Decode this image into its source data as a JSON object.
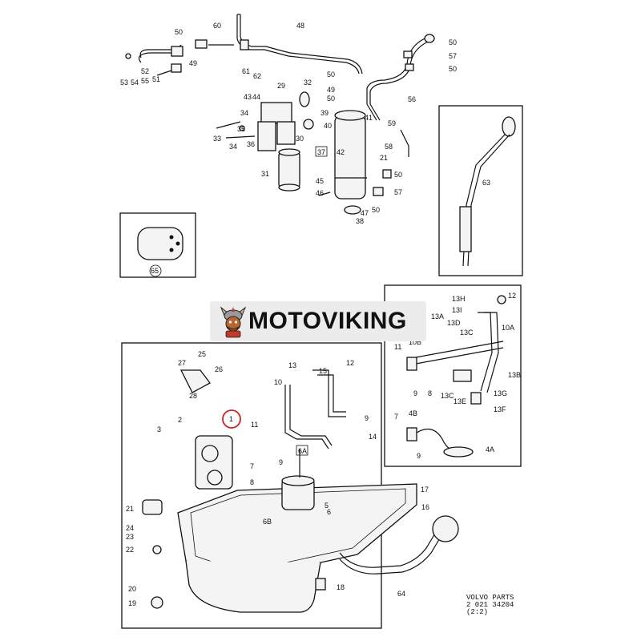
{
  "brand": {
    "name": "MOTOVIKING",
    "logo_icon": "viking-mascot-icon"
  },
  "footer": {
    "line1": "VOLVO PARTS",
    "line2": "2 021 34204",
    "line3": "(2:2)"
  },
  "highlight": {
    "ref": "1",
    "color": "#cc2222"
  },
  "callouts": {
    "c48": "48",
    "c50a": "50",
    "c60": "60",
    "c49a": "49",
    "c52": "52",
    "c53": "53",
    "c54": "54",
    "c55": "55",
    "c51": "51",
    "c61": "61",
    "c62": "62",
    "c50b": "50",
    "c57a": "57",
    "c50c": "50",
    "c50d": "50",
    "c49b": "49",
    "c50e": "50",
    "c56": "56",
    "c29": "29",
    "c32": "32",
    "c43": "43",
    "c44": "44",
    "c39": "39",
    "c41": "41",
    "c40": "40",
    "c34a": "34",
    "c35": "35",
    "c36": "36",
    "c33": "33",
    "c34b": "34",
    "c30": "30",
    "c31": "31",
    "c37": "37",
    "c42": "42",
    "c59": "59",
    "c58": "58",
    "c21a": "21",
    "c50f": "50",
    "c45": "45",
    "c57b": "57",
    "c46": "46",
    "c47": "47",
    "c50g": "50",
    "c38": "38",
    "c63": "63",
    "c65": "65",
    "c13H": "13H",
    "c13I": "13I",
    "c12a": "12",
    "c13A": "13A",
    "c13D": "13D",
    "c13C": "13C",
    "c10A": "10A",
    "c11a": "11",
    "c10B": "10B",
    "c13B": "13B",
    "c9a": "9",
    "c8a": "8",
    "c13Ca": "13C",
    "c13E": "13E",
    "c13G": "13G",
    "c13F": "13F",
    "c7a": "7",
    "c4B": "4B",
    "c9b": "9",
    "c4A": "4A",
    "c27": "27",
    "c25": "25",
    "c26": "26",
    "c28": "28",
    "c13": "13",
    "c15": "15",
    "c12b": "12",
    "c10": "10",
    "c3": "3",
    "c2": "2",
    "c11b": "11",
    "c9c": "9",
    "c14": "14",
    "c6A": "6A",
    "c7b": "7",
    "c8b": "8",
    "c9d": "9",
    "c17": "17",
    "c16": "16",
    "c5": "5",
    "c6": "6",
    "c6B": "6B",
    "c21b": "21",
    "c24": "24",
    "c23": "23",
    "c22": "22",
    "c18": "18",
    "c64": "64",
    "c20": "20",
    "c19": "19"
  }
}
